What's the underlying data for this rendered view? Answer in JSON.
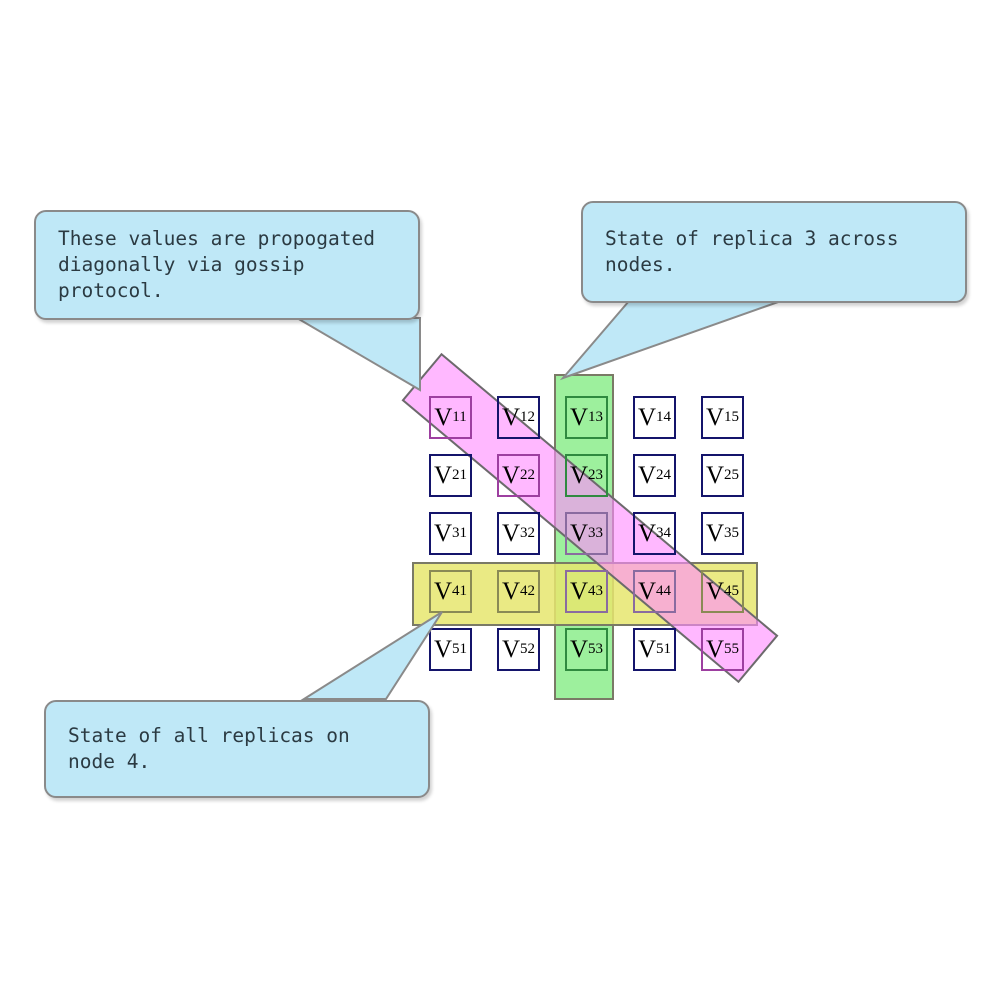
{
  "diagram": {
    "title": "Replica state grid with gossip propagation",
    "colors": {
      "cell_border": "#14146b",
      "column_band": "#90ee90",
      "row_band": "#e6e66e",
      "diagonal_band": "#ff8cff",
      "callout_fill": "#bfe8f7",
      "callout_border": "#8a8a8a",
      "callout_text": "#2b3a42",
      "band_border": "#7a7a66",
      "background": "#ffffff"
    }
  },
  "grid": {
    "rows": 5,
    "cols": 5,
    "symbol": "V",
    "cells": [
      [
        {
          "sub": "11",
          "highlight": "magenta"
        },
        {
          "sub": "12",
          "highlight": "none"
        },
        {
          "sub": "13",
          "highlight": "green"
        },
        {
          "sub": "14",
          "highlight": "none"
        },
        {
          "sub": "15",
          "highlight": "none"
        }
      ],
      [
        {
          "sub": "21",
          "highlight": "none"
        },
        {
          "sub": "22",
          "highlight": "magenta"
        },
        {
          "sub": "23",
          "highlight": "green"
        },
        {
          "sub": "24",
          "highlight": "none"
        },
        {
          "sub": "25",
          "highlight": "none"
        }
      ],
      [
        {
          "sub": "31",
          "highlight": "none"
        },
        {
          "sub": "32",
          "highlight": "none"
        },
        {
          "sub": "33",
          "highlight": "mixed"
        },
        {
          "sub": "34",
          "highlight": "none"
        },
        {
          "sub": "35",
          "highlight": "none"
        }
      ],
      [
        {
          "sub": "41",
          "highlight": "yellow"
        },
        {
          "sub": "42",
          "highlight": "yellow"
        },
        {
          "sub": "43",
          "highlight": "mixed"
        },
        {
          "sub": "44",
          "highlight": "mixed"
        },
        {
          "sub": "45",
          "highlight": "yellow"
        }
      ],
      [
        {
          "sub": "51",
          "highlight": "none"
        },
        {
          "sub": "52",
          "highlight": "none"
        },
        {
          "sub": "53",
          "highlight": "green"
        },
        {
          "sub": "51",
          "highlight": "none"
        },
        {
          "sub": "55",
          "highlight": "magenta"
        }
      ]
    ]
  },
  "bands": {
    "column": {
      "name": "replica-3-column",
      "index": 3,
      "color": "#90ee90"
    },
    "row": {
      "name": "node-4-row",
      "index": 4,
      "color": "#e6e66e"
    },
    "diagonal": {
      "name": "gossip-diagonal",
      "color": "#ff8cff"
    }
  },
  "callouts": {
    "gossip": {
      "text": "These values are propogated\ndiagonally via gossip protocol.",
      "target": "V11"
    },
    "replica": {
      "text": "State of replica 3 across nodes.",
      "target": "V13"
    },
    "node": {
      "text": "State of all replicas on node 4.",
      "target": "V41"
    }
  }
}
